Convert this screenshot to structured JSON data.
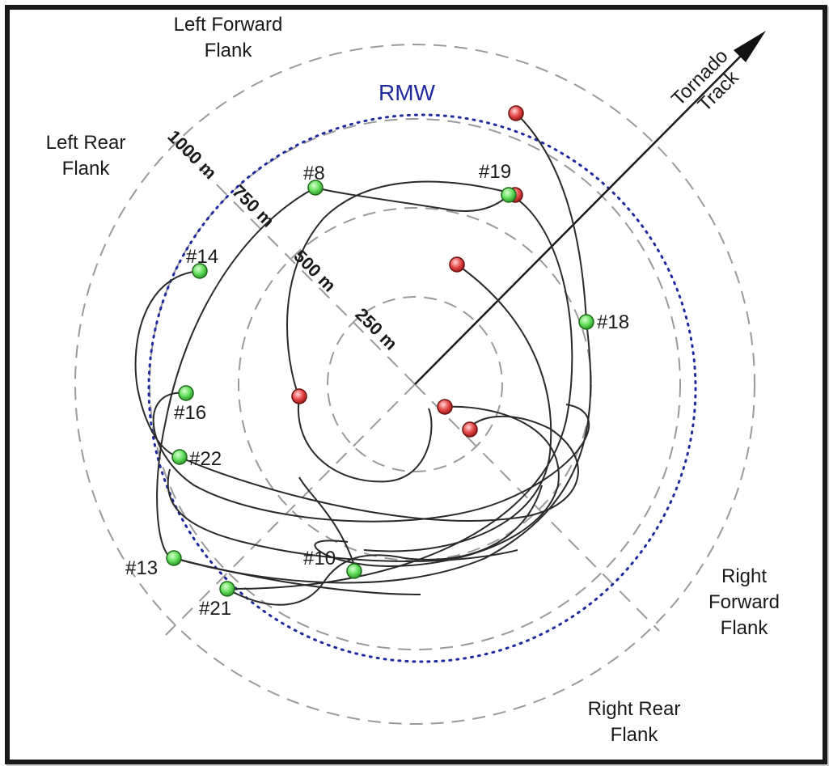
{
  "rmw_label": "RMW",
  "track_label": [
    "Tornado",
    "Track"
  ],
  "flanks": {
    "left_forward": [
      "Left Forward",
      "Flank"
    ],
    "left_rear": [
      "Left Rear",
      "Flank"
    ],
    "right_forward": [
      "Right",
      "Forward",
      "Flank"
    ],
    "right_rear": [
      "Right Rear",
      "Flank"
    ]
  },
  "rings": [
    "250 m",
    "500 m",
    "750 m",
    "1000 m"
  ],
  "probes": [
    {
      "id": "#8",
      "status": "green"
    },
    {
      "id": "#19",
      "status": "green"
    },
    {
      "id": "#14",
      "status": "green"
    },
    {
      "id": "#18",
      "status": "green"
    },
    {
      "id": "#16",
      "status": "green"
    },
    {
      "id": "#22",
      "status": "green"
    },
    {
      "id": "#13",
      "status": "green"
    },
    {
      "id": "#10",
      "status": "green"
    },
    {
      "id": "#21",
      "status": "green"
    }
  ],
  "colors": {
    "rmw": "#1f2a9e",
    "start_marker": "#e0393a",
    "end_marker": "#5ee05a",
    "ring": "#9a9a9a",
    "trajectory": "#2a2a2a"
  }
}
